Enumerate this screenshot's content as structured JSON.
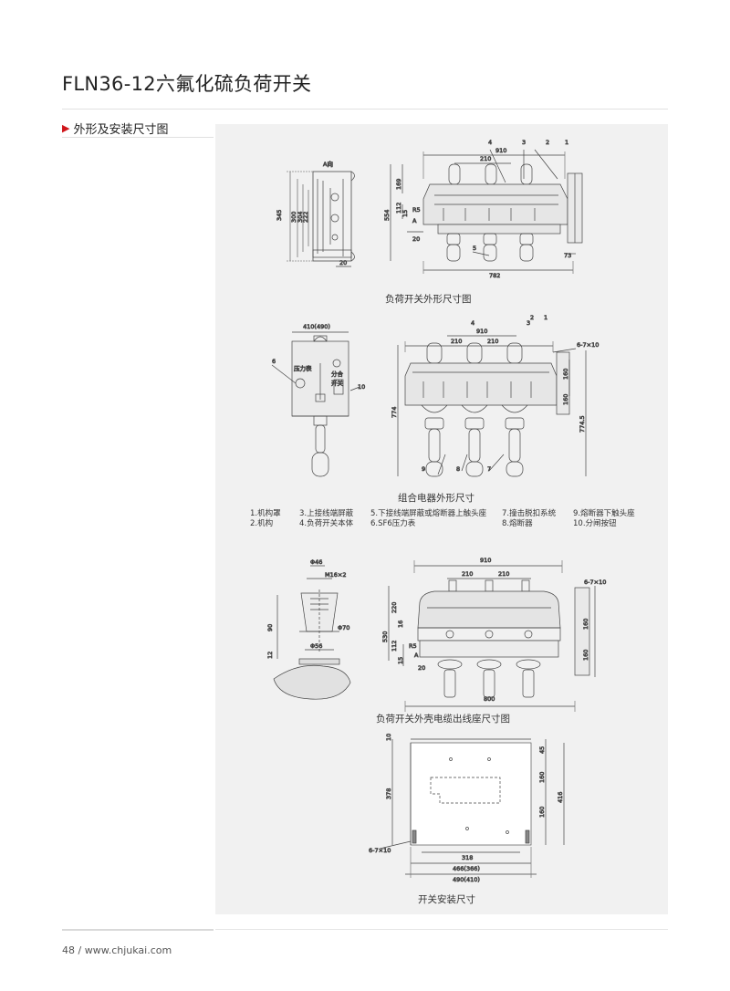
{
  "page": {
    "title": "FLN36-12六氟化硫负荷开关",
    "section": "外形及安装尺寸图",
    "footer_page": "48",
    "footer_sep": "/",
    "footer_url": "www.chjukai.com"
  },
  "captions": {
    "fig1": "负荷开关外形尺寸图",
    "fig2": "组合电器外形尺寸",
    "fig3": "负荷开关外壳电缆出线座尺寸图",
    "fig4": "开关安装尺寸"
  },
  "legend": [
    [
      "1.机构罩",
      "3.上接线端屏蔽",
      "5.下接线端屏蔽或熔断器上触头座",
      "7.撞击脱扣系统",
      "9.熔断器下触头座"
    ],
    [
      "2.机构",
      "4.负荷开关本体",
      "6.SF6压力表",
      "8.熔断器",
      "10.分闸按钮"
    ]
  ],
  "dims": {
    "f1": {
      "side_dir": "A向",
      "side_h": [
        "345",
        "300",
        "304",
        "222"
      ],
      "side_w": "20",
      "top": "910",
      "half": "210",
      "left_h": [
        "554",
        "169",
        "112",
        "15"
      ],
      "r": "R5",
      "a": "A",
      "a20": "20",
      "bottom": "782",
      "right": "73",
      "p1": "1",
      "p2": "2",
      "p3": "3",
      "p4": "4",
      "p5": "5"
    },
    "f2": {
      "box_w": "410(490)",
      "gauge": "压力表",
      "switch1": "分合",
      "switch2": "开关",
      "n6": "6",
      "n10": "10",
      "top": "910",
      "half1": "210",
      "half2": "210",
      "hole": "6-7×10",
      "v160a": "160",
      "v160b": "160",
      "h774": "774",
      "h774r": "774.5",
      "p1": "1",
      "p2": "2",
      "p3": "3",
      "p4": "4",
      "p7": "7",
      "p8": "8",
      "p9": "9"
    },
    "f3": {
      "d46": "Φ46",
      "m16": "M16×2",
      "d70": "Φ70",
      "d56": "Φ56",
      "h90": "90",
      "h12": "12",
      "top": "910",
      "half1": "210",
      "half2": "210",
      "hole": "6-7×10",
      "v160a": "160",
      "v160b": "160",
      "h220": "220",
      "h530": "530",
      "h112": "112",
      "h16": "16",
      "h15": "15",
      "r": "R5",
      "a": "A",
      "a20": "20",
      "bottom": "800"
    },
    "f4": {
      "h10": "10",
      "h378": "378",
      "h45": "45",
      "v160a": "160",
      "v160b": "160",
      "h416": "416",
      "hole": "6-7×10",
      "w318": "318",
      "w466": "466(366)",
      "w490": "490(410)"
    }
  }
}
